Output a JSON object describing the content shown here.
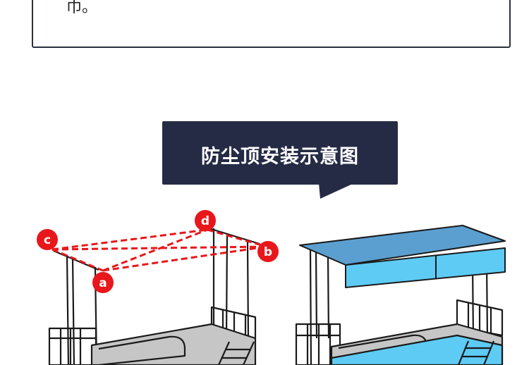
{
  "intro": {
    "tail_text": "巾。"
  },
  "title": {
    "text": "防尘顶安装示意图"
  },
  "markers": [
    {
      "id": "a",
      "label": "a"
    },
    {
      "id": "b",
      "label": "b"
    },
    {
      "id": "c",
      "label": "c"
    },
    {
      "id": "d",
      "label": "d"
    }
  ],
  "colors": {
    "title_bg": "#262b45",
    "dash_line": "#e8171b",
    "marker": "#e8171b",
    "canopy_top": "#5b9fd0",
    "canopy_side": "#5ecbf4",
    "bed_mattress": "#c6c6c6",
    "frame": "#1a1a1a"
  }
}
